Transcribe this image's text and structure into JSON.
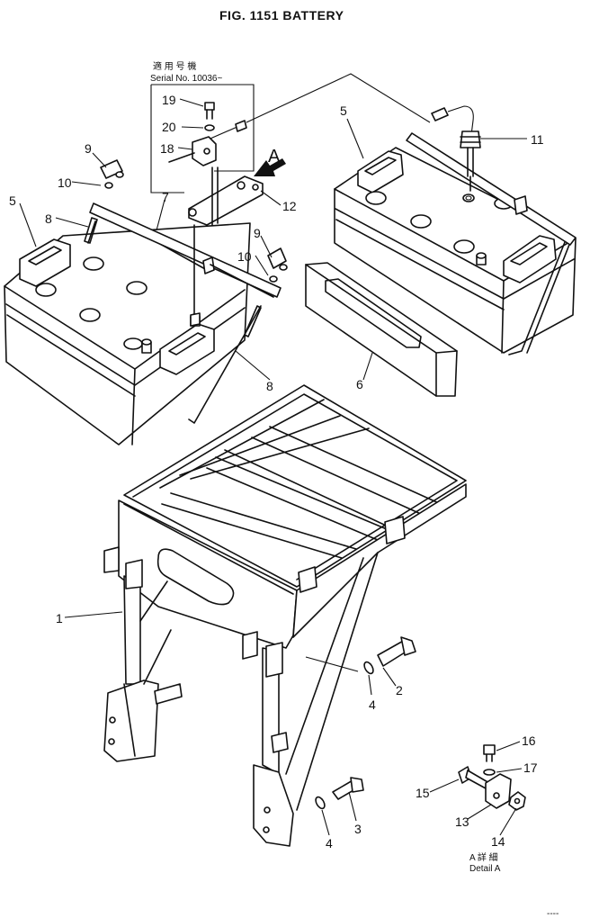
{
  "title": "FIG. 1151  BATTERY",
  "serial_note": {
    "header": "適 用 号 機",
    "serial": "Serial No. 10036~"
  },
  "view_marker": "A",
  "detail": {
    "label_jp": "A  詳 細",
    "label_en": "Detail  A"
  },
  "callouts": [
    "1",
    "2",
    "4",
    "3",
    "4",
    "5",
    "5",
    "6",
    "7",
    "8",
    "8",
    "9",
    "9",
    "10",
    "10",
    "11",
    "12",
    "13",
    "14",
    "15",
    "16",
    "17",
    "18",
    "19",
    "20"
  ],
  "footer_code": "----"
}
